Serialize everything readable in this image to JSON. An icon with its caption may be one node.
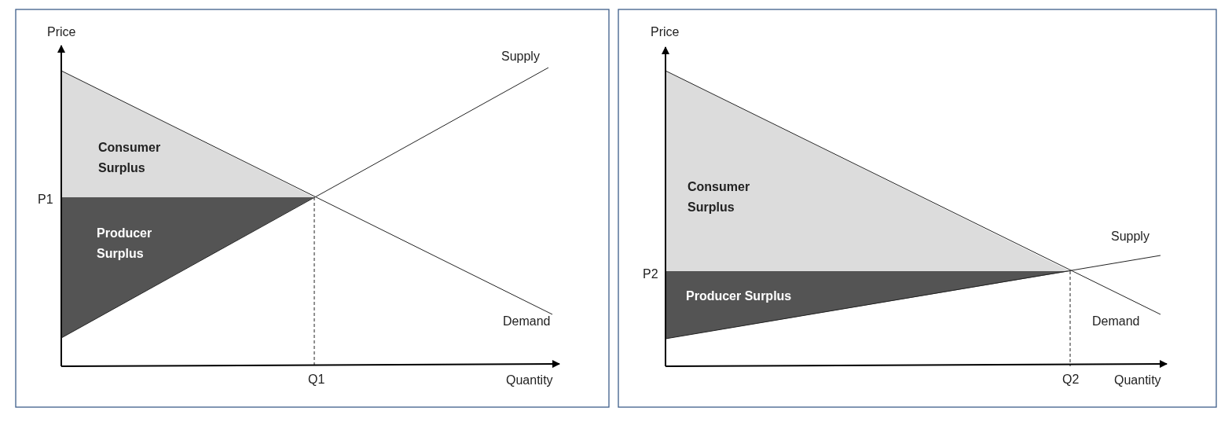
{
  "diagram": {
    "nodes": [
      {
        "text": [
          "Consumer Surplus"
        ]
      },
      {
        "text": [
          "Producer Surplus"
        ]
      },
      {
        "text": [
          "Consumer Surplus"
        ]
      },
      {
        "text": [
          "Producer Surplus"
        ]
      }
    ],
    "labels": [
      "Price",
      "Supply",
      "P1",
      "Demand",
      "Q1",
      "Quantity",
      "Price",
      "Supply",
      "P2",
      "Demand",
      "Q2",
      "Quantity"
    ]
  }
}
